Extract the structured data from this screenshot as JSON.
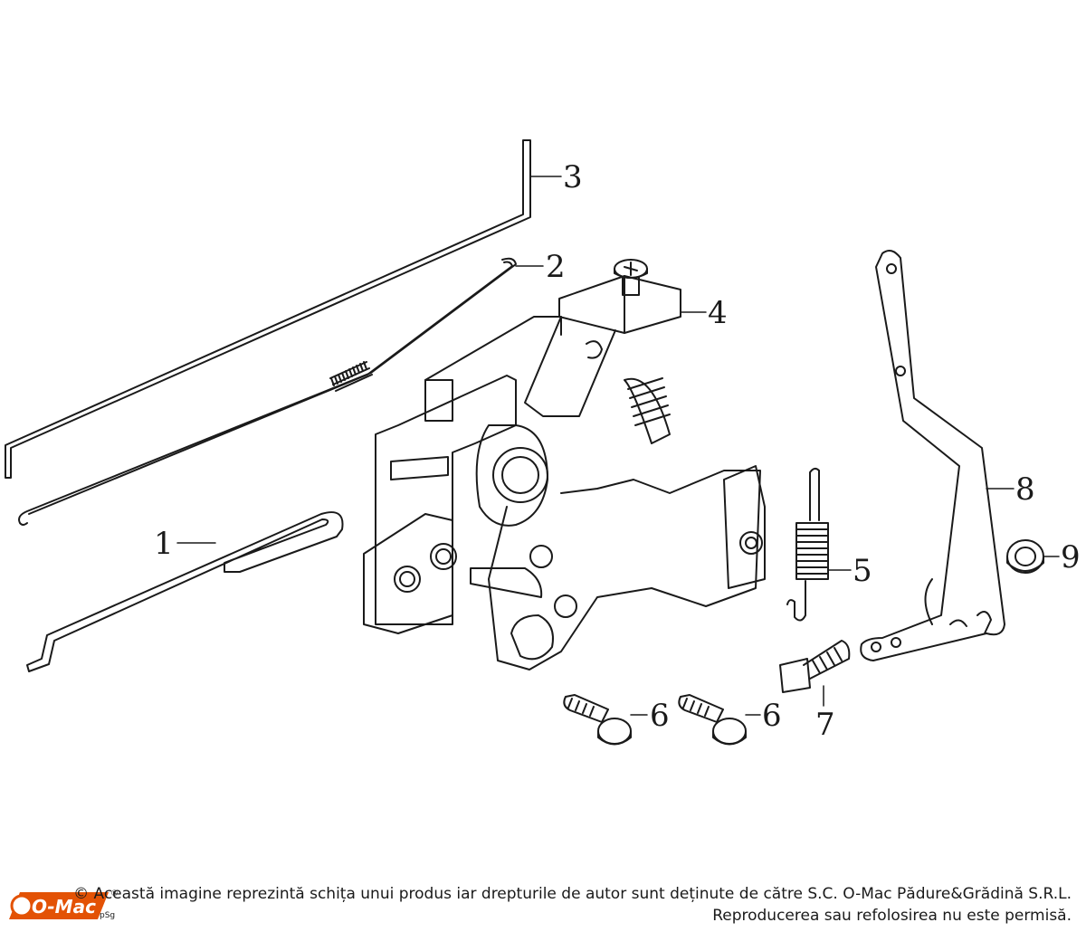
{
  "diagram": {
    "callouts": [
      "1",
      "2",
      "3",
      "4",
      "5",
      "6",
      "6",
      "7",
      "8",
      "9"
    ]
  },
  "footer": {
    "logo_text": "O-Mac",
    "logo_suffix": "pSg",
    "logo_mark": "®",
    "copyright_line1": "© Această imagine reprezintă schița unui produs iar drepturile de autor sunt deținute de către S.C. O-Mac Pădure&Grădină S.R.L.",
    "copyright_line2": "Reproducerea sau refolosirea nu este permisă."
  },
  "colors": {
    "line": "#1a1a1a",
    "brand": "#e35205"
  }
}
